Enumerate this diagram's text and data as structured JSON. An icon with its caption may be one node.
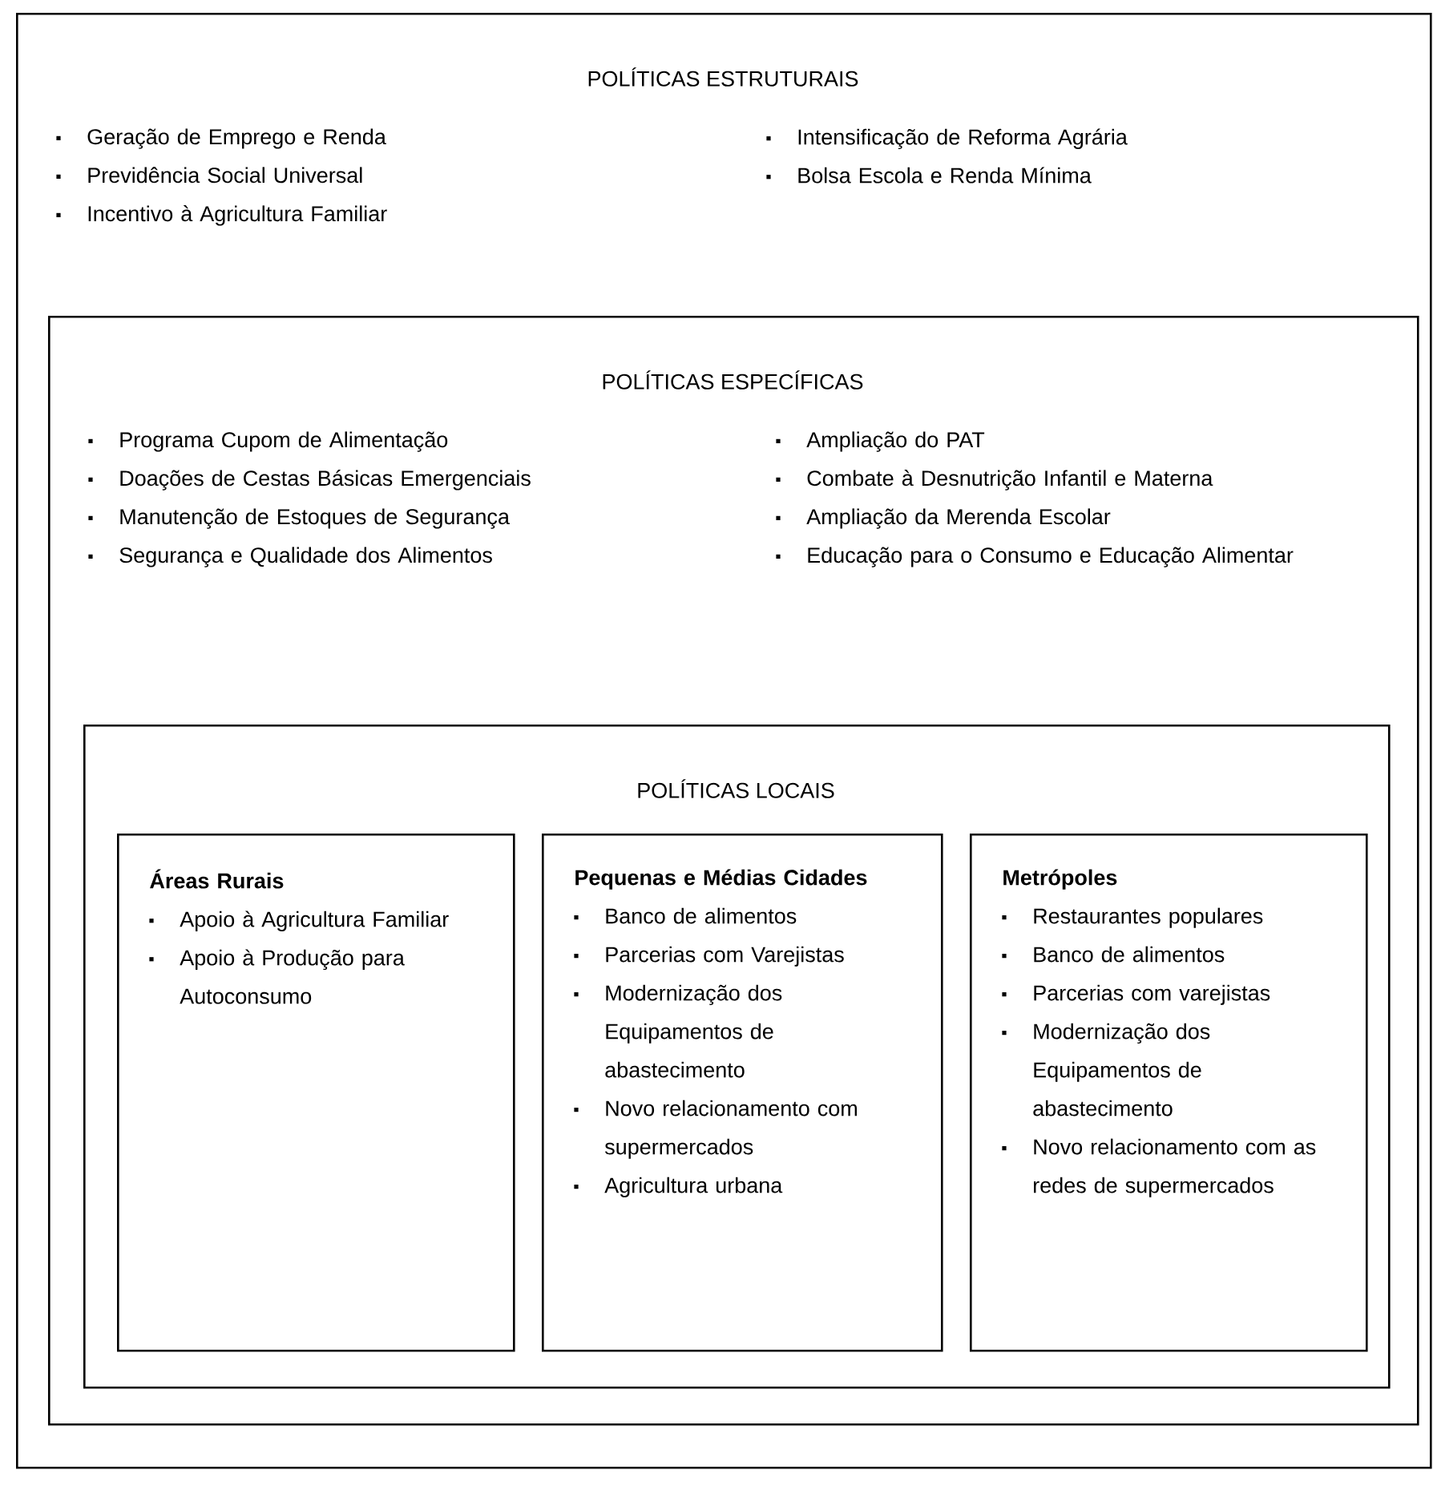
{
  "diagram": {
    "nodes": [
      {
        "text": [
          "POLÍTICAS ESTRUTURAIS",
          "Geração de Emprego e Renda",
          "Previdência Social Universal",
          "Incentivo à Agricultura Familiar",
          "Intensificação de Reforma Agrária",
          "Bolsa Escola e Renda Mínima"
        ]
      },
      {
        "text": [
          "POLÍTICAS ESPECÍFICAS",
          "Programa Cupom de Alimentação",
          "Doações de Cestas Básicas Emergenciais",
          "Manutenção de Estoques de Segurança",
          "Segurança e Qualidade dos Alimentos",
          "Ampliação do PAT",
          "Combate à Desnutrição Infantil e Materna",
          "Ampliação da Merenda Escolar",
          "Educação para o Consumo e Educação Alimentar"
        ],
        "in": 0
      },
      {
        "text": [
          "POLÍTICAS LOCAIS"
        ],
        "in": 1
      },
      {
        "text": [
          "Áreas Rurais",
          "Apoio à Agricultura Familiar",
          "Apoio à Produção para Autoconsumo"
        ],
        "in": 2
      },
      {
        "text": [
          "Pequenas e Médias Cidades",
          "Banco de alimentos",
          "Parcerias com Varejistas",
          "Modernização dos Equipamentos de abastecimento",
          "Novo relacionamento com supermercados",
          "Agricultura urbana"
        ],
        "in": 2
      },
      {
        "text": [
          "Metrópoles",
          "Restaurantes populares",
          "Banco de alimentos",
          "Parcerias com varejistas",
          "Modernização dos Equipamentos de abastecimento",
          "Novo relacionamento com as redes de supermercados"
        ],
        "in": 2
      }
    ]
  }
}
